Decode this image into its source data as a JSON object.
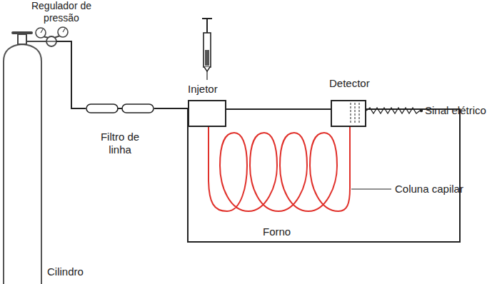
{
  "diagram": {
    "nodes": [
      {
        "text": [
          "Filtro de linha"
        ]
      },
      {
        "text": [
          "Injetor"
        ]
      },
      {
        "text": [
          "Detector"
        ]
      },
      {
        "text": [
          "Forno"
        ]
      }
    ],
    "edges": [
      {
        "from": 0,
        "to": 1,
        "arrow": "none"
      }
    ],
    "labels": [
      "Regulador de pressão",
      "Sinal elétrico",
      "Coluna capilar",
      "Cilindro"
    ]
  }
}
